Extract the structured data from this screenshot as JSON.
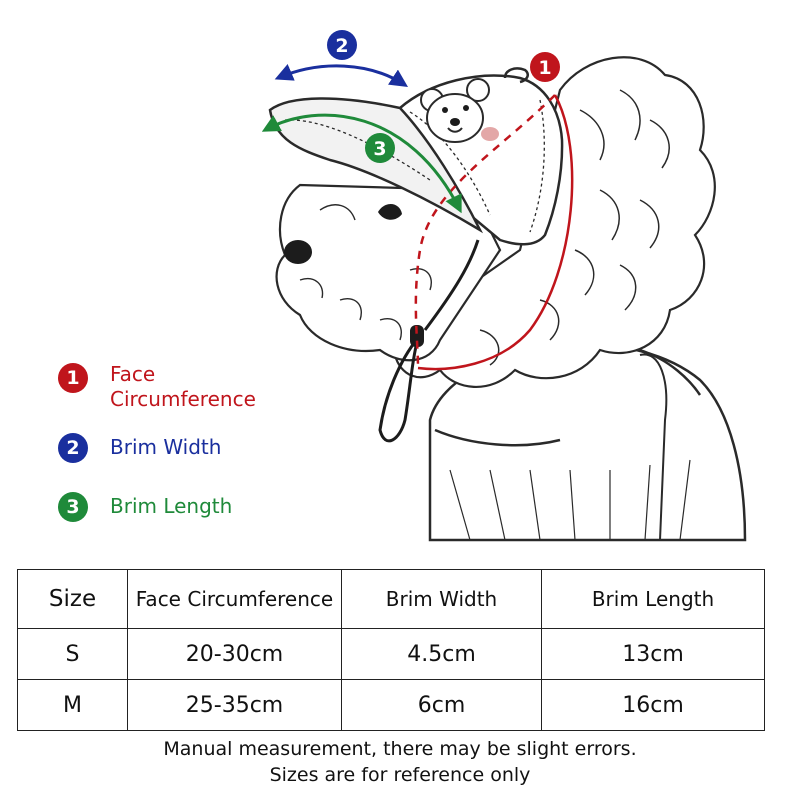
{
  "colors": {
    "face": "#c0151c",
    "width": "#1a2f9e",
    "length": "#1f8a3a",
    "line": "#2a2a2a"
  },
  "illustration": {
    "subject": "dog-wearing-bear-cap",
    "markers": [
      {
        "number": "1",
        "color": "#c0151c"
      },
      {
        "number": "2",
        "color": "#1a2f9e"
      },
      {
        "number": "3",
        "color": "#1f8a3a"
      }
    ]
  },
  "legend": [
    {
      "number": "1",
      "lines": [
        "Face",
        "Circumference"
      ],
      "color": "#c0151c"
    },
    {
      "number": "2",
      "lines": [
        "Brim Width"
      ],
      "color": "#1a2f9e"
    },
    {
      "number": "3",
      "lines": [
        "Brim Length"
      ],
      "color": "#1f8a3a"
    }
  ],
  "table": {
    "headers": [
      "Size",
      "Face Circumference",
      "Brim Width",
      "Brim Length"
    ],
    "rows": [
      [
        "S",
        "20-30cm",
        "4.5cm",
        "13cm"
      ],
      [
        "M",
        "25-35cm",
        "6cm",
        "16cm"
      ]
    ]
  },
  "notes": [
    "Manual measurement, there may be slight errors.",
    "Sizes are for reference only"
  ]
}
